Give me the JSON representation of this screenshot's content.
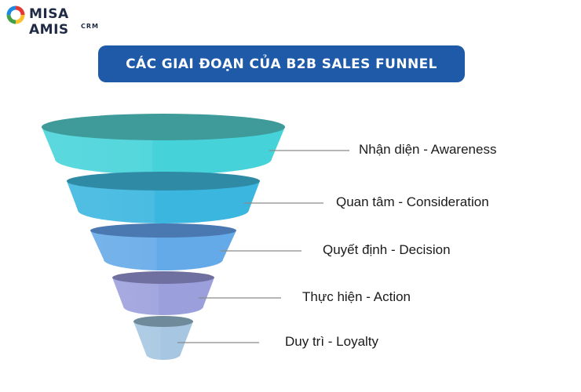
{
  "brand": {
    "name": "MISA AMIS",
    "sub": "CRM"
  },
  "title": "CÁC GIAI ĐOẠN CỦA B2B SALES FUNNEL",
  "colors": {
    "banner": "#1e5aa8",
    "leader_line": "#8a8a8a",
    "stages": [
      "#45d3d9",
      "#3ab6df",
      "#64a9e8",
      "#9b9fdc",
      "#a6c6e2"
    ],
    "rims": [
      "#3f9a9a",
      "#2f8aa6",
      "#4a78b0",
      "#6f6fa0",
      "#6f8a9a"
    ]
  },
  "stages": [
    {
      "label": "Nhận diện - Awareness"
    },
    {
      "label": "Quan tâm - Consideration"
    },
    {
      "label": "Quyết định - Decision"
    },
    {
      "label": "Thực hiện - Action"
    },
    {
      "label": "Duy trì - Loyalty"
    }
  ]
}
